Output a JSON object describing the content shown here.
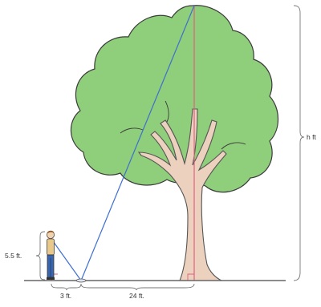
{
  "labels": {
    "person_height": "5.5 ft.",
    "person_to_mirror": "3 ft.",
    "mirror_to_tree": "24 ft.",
    "tree_height": "h ft"
  },
  "colors": {
    "foliage": "#8fce7a",
    "foliage_outline": "#3a3a3a",
    "trunk": "#ecd2be",
    "trunk_outline": "#555555",
    "sight_line": "#3f6fd1",
    "height_line": "#e0607e",
    "dimension_line": "#777777",
    "ground": "#666666",
    "right_angle": "#e0607e"
  }
}
